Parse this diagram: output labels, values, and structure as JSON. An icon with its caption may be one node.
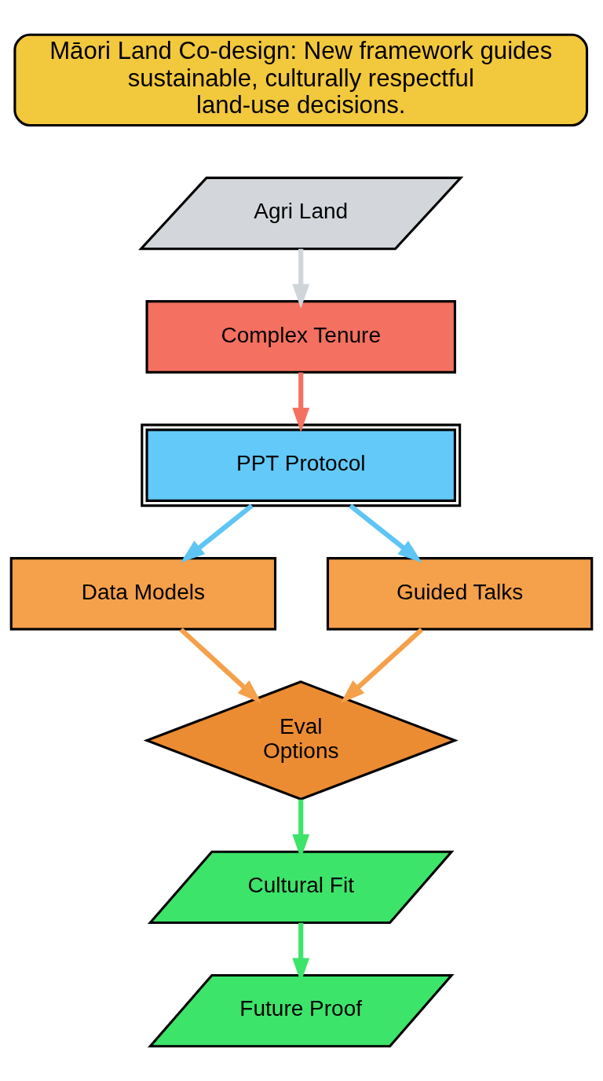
{
  "diagram": {
    "nodes": [
      {
        "text": [
          "Māori Land Co-design: New framework guides sustainable, culturally respectful land-use decisions."
        ]
      },
      {
        "text": [
          "Agri Land"
        ]
      },
      {
        "text": [
          "Complex Tenure"
        ]
      },
      {
        "text": [
          "PPT Protocol"
        ]
      },
      {
        "text": [
          "Data Models"
        ]
      },
      {
        "text": [
          "Guided Talks"
        ]
      },
      {
        "text": [
          "Eval Options"
        ]
      },
      {
        "text": [
          "Cultural Fit"
        ]
      },
      {
        "text": [
          "Future Proof"
        ]
      }
    ],
    "edges": [
      {
        "from": 1,
        "to": 2,
        "arrow": "to",
        "color": "#d0d5da"
      },
      {
        "from": 2,
        "to": 3,
        "arrow": "to",
        "color": "#f47060"
      },
      {
        "from": 3,
        "to": 4,
        "arrow": "to",
        "color": "#5ec5f5"
      },
      {
        "from": 3,
        "to": 5,
        "arrow": "to",
        "color": "#5ec5f5"
      },
      {
        "from": 4,
        "to": 6,
        "arrow": "to",
        "color": "#f5a04a"
      },
      {
        "from": 5,
        "to": 6,
        "arrow": "to",
        "color": "#f5a04a"
      },
      {
        "from": 6,
        "to": 7,
        "arrow": "to",
        "color": "#3de46a"
      },
      {
        "from": 7,
        "to": 8,
        "arrow": "to",
        "color": "#3de46a"
      }
    ]
  }
}
